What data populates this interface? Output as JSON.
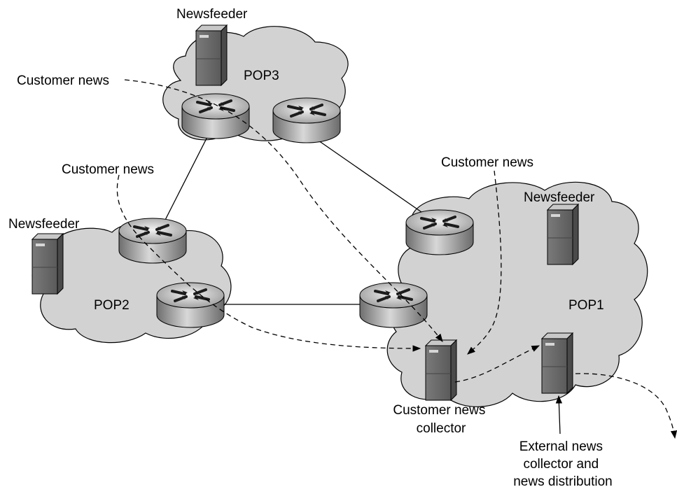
{
  "diagram": {
    "pops": {
      "pop1": "POP1",
      "pop2": "POP2",
      "pop3": "POP3"
    },
    "labels": {
      "newsfeeder_pop3": "Newsfeeder",
      "newsfeeder_pop2": "Newsfeeder",
      "newsfeeder_pop1": "Newsfeeder",
      "customer_news_pop3": "Customer news",
      "customer_news_pop2": "Customer news",
      "customer_news_pop1": "Customer news",
      "collector_line1": "Customer news",
      "collector_line2": "collector",
      "external_line1": "External news",
      "external_line2": "collector and",
      "external_line3": "news distribution"
    },
    "icons": {
      "router": "router-icon",
      "server": "server-icon",
      "cloud": "cloud-icon"
    },
    "colors": {
      "cloud_fill": "#d2d2d2",
      "server_body": "#8c8c8c",
      "router_body": "#a8a8a8"
    }
  }
}
